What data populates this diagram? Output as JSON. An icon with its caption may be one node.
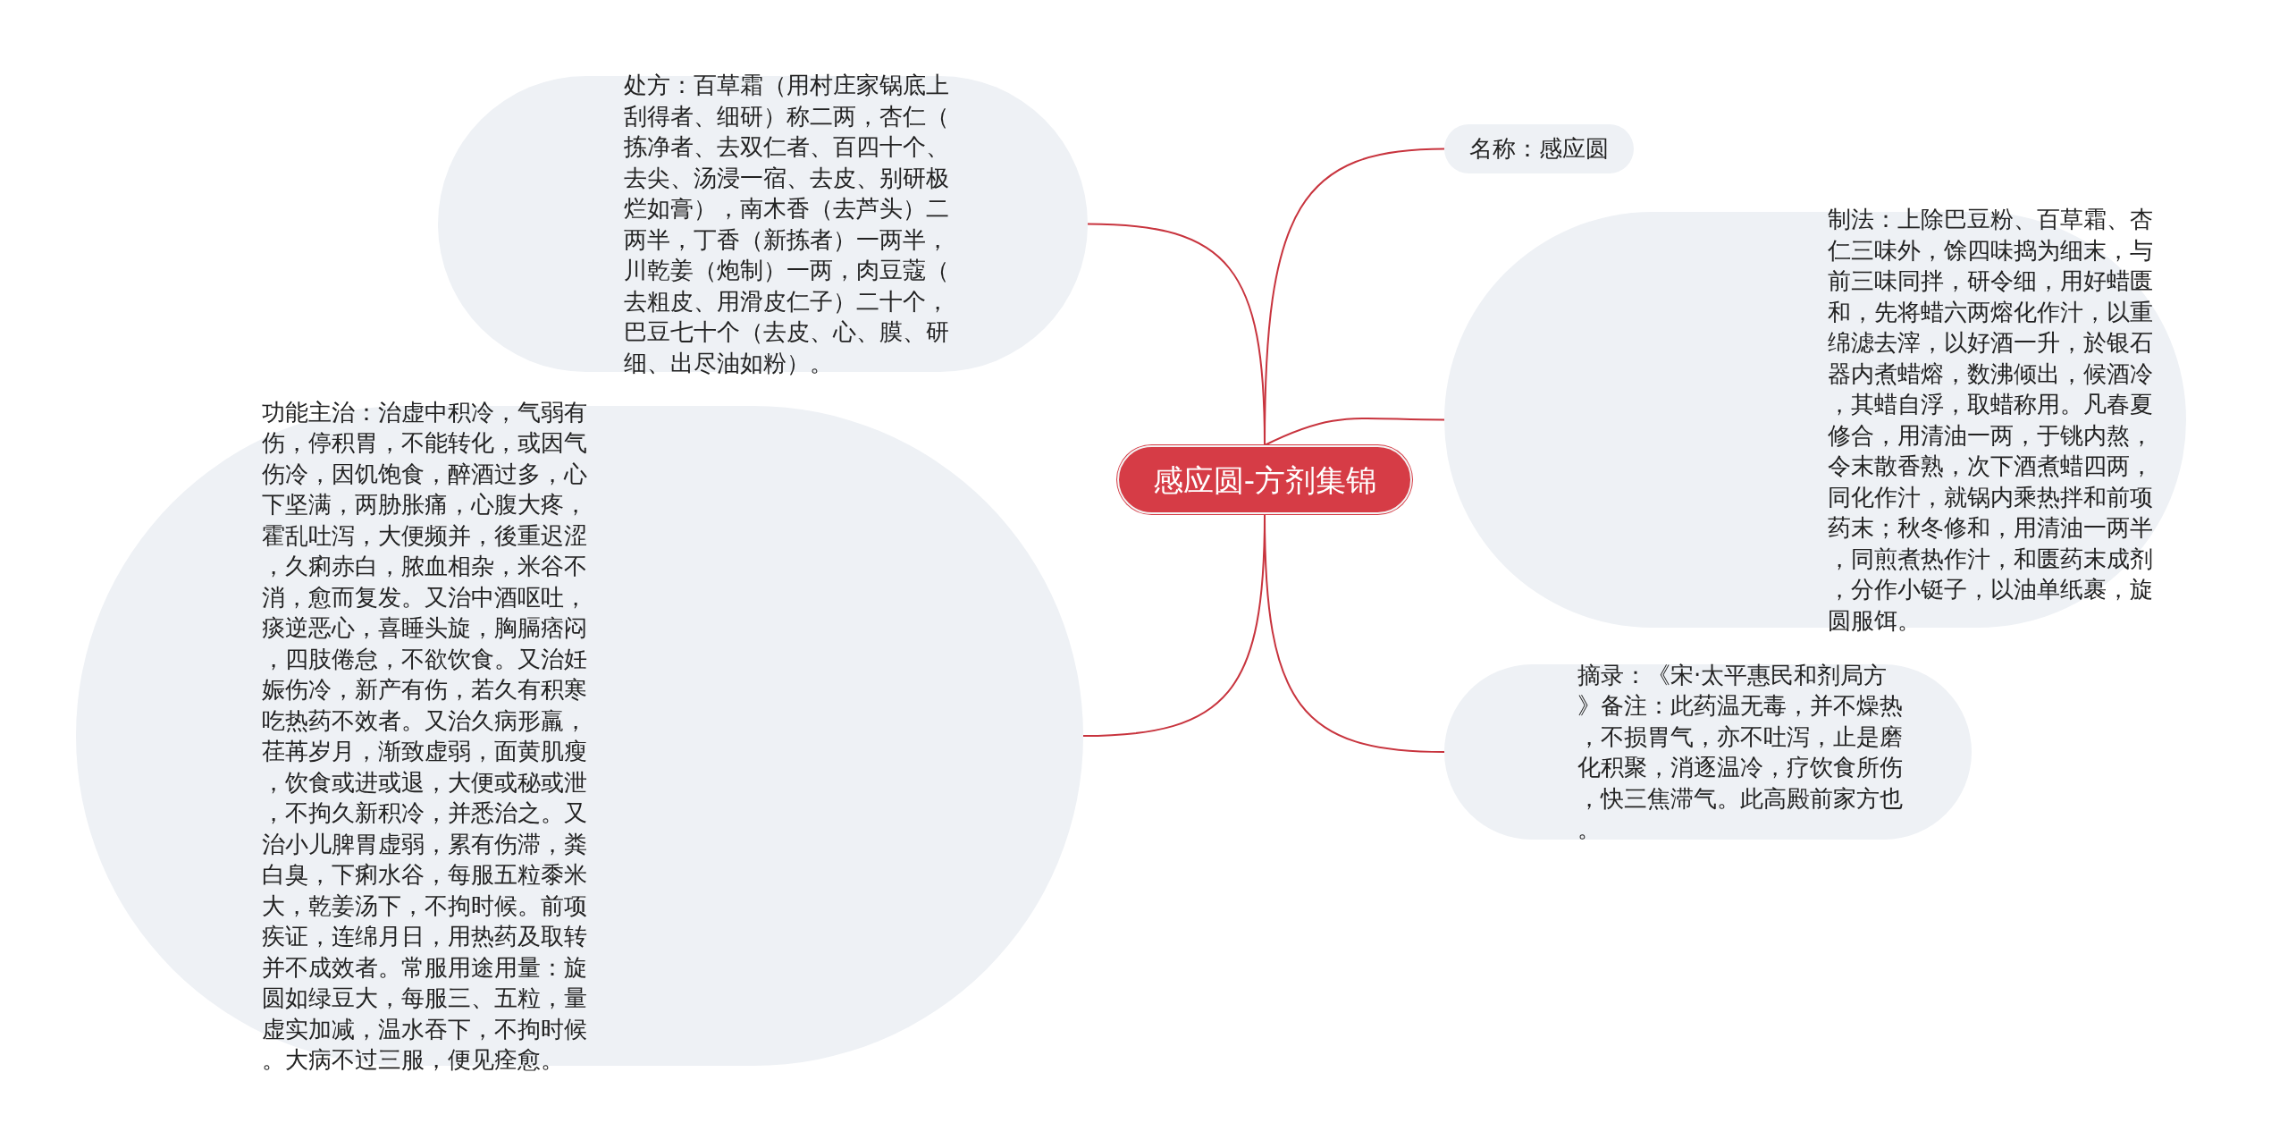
{
  "diagram": {
    "nodes": [
      {
        "text": [
          "感应圆-方剂集锦"
        ]
      },
      {
        "text": [
          "名称：感应圆"
        ]
      },
      {
        "text": [
          "处方：百草霜（用村庄家锅底上刮得者、细研）称二两，杏仁（拣净者、去双仁者、百四十个、去尖、汤浸一宿、去皮、别研极烂如膏），南木香（去芦头）二两半，丁香（新拣者）一两半，川乾姜（炮制）一两，肉豆蔻（去粗皮、用滑皮仁子）二十个，巴豆七十个（去皮、心、膜、研细、出尽油如粉）。"
        ]
      },
      {
        "text": [
          "制法：上除巴豆粉、百草霜、杏仁三味外，馀四味捣为细末，与前三味同拌，研令细，用好蜡匮和，先将蜡六两熔化作汁，以重绵滤去滓，以好酒一升，於银石器内煮蜡熔，数沸倾出，候酒冷，其蜡自浮，取蜡称用。凡春夏修合，用清油一两，于铫内熬，令末散香熟，次下酒煮蜡四两，同化作汁，就锅内乘热拌和前项药末；秋冬修和，用清油一两半，同煎煮热作汁，和匮药末成剂，分作小铤子，以油单纸裹，旋圆服饵。"
        ]
      },
      {
        "text": [
          "功能主治：治虚中积冷，气弱有伤，停积胃，不能转化，或因气伤冷，因饥饱食，醉酒过多，心下坚满，两胁胀痛，心腹大疼，霍乱吐泻，大便频并，後重迟涩，久痢赤白，脓血相杂，米谷不消，愈而复发。又治中酒呕吐，痰逆恶心，喜睡头旋，胸膈痞闷，四肢倦怠，不欲饮食。又治妊娠伤冷，新产有伤，若久有积寒吃热药不效者。又治久病形羸，荏苒岁月，渐致虚弱，面黄肌瘦，饮食或进或退，大便或秘或泄，不拘久新积冷，并悉治之。又治小儿脾胃虚弱，累有伤滞，粪白臭，下痢水谷，每服五粒黍米大，乾姜汤下，不拘时候。前项疾证，连绵月日，用热药及取转并不成效者。常服用途用量：旋圆如绿豆大，每服三、五粒，量虚实加减，温水吞下，不拘时候。大病不过三服，便见痊愈。"
        ]
      },
      {
        "text": [
          "摘录：《宋·太平惠民和剂局方》备注：此药温无毒，并不燥热，不损胃气，亦不吐泻，止是磨化积聚，消逐温冷，疗饮食所伤，快三焦滞气。此高殿前家方也。"
        ]
      }
    ],
    "edges": [
      {
        "from": 0,
        "to": 1,
        "arrow": "none"
      },
      {
        "from": 0,
        "to": 2,
        "arrow": "none"
      },
      {
        "from": 0,
        "to": 3,
        "arrow": "none"
      },
      {
        "from": 0,
        "to": 4,
        "arrow": "none"
      },
      {
        "from": 0,
        "to": 5,
        "arrow": "none"
      }
    ]
  }
}
